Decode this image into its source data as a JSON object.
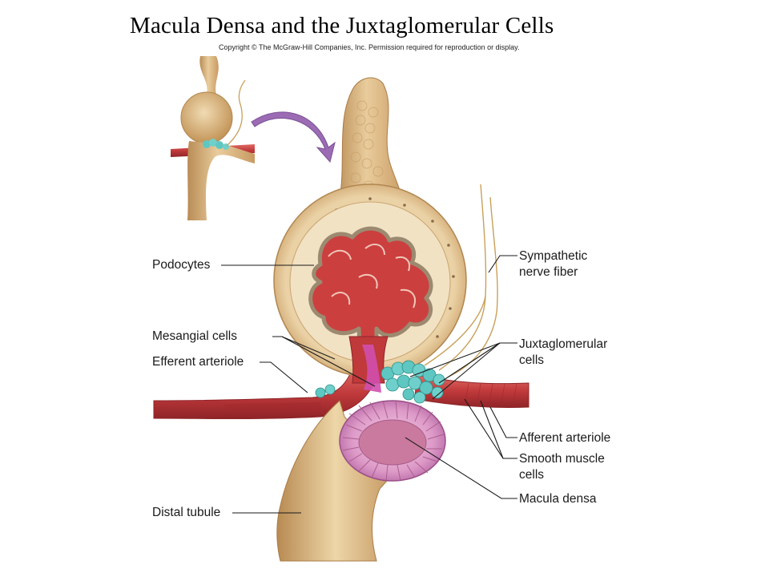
{
  "slide": {
    "title": "Macula Densa and the Juxtaglomerular Cells",
    "copyright": "Copyright © The McGraw-Hill Companies, Inc. Permission required for reproduction or display."
  },
  "labels": {
    "podocytes": "Podocytes",
    "mesangial": "Mesangial cells",
    "efferent": "Efferent arteriole",
    "distal": "Distal tubule",
    "sympathetic_1": "Sympathetic",
    "sympathetic_2": "nerve fiber",
    "juxta_1": "Juxtaglomerular",
    "juxta_2": "cells",
    "afferent": "Afferent arteriole",
    "smooth_1": "Smooth muscle",
    "smooth_2": "cells",
    "macula": "Macula densa"
  },
  "colors": {
    "tubule": "#d9b37f",
    "capsule": "#e2c59a",
    "vessel": "#c0393b",
    "capillary": "#cc3f3f",
    "juxtaglomerular": "#5fc7c2",
    "macula": "#d890c4",
    "mesangial": "#d04fae",
    "nerve": "#c9a05a",
    "arrow": "#9b6bb3"
  }
}
